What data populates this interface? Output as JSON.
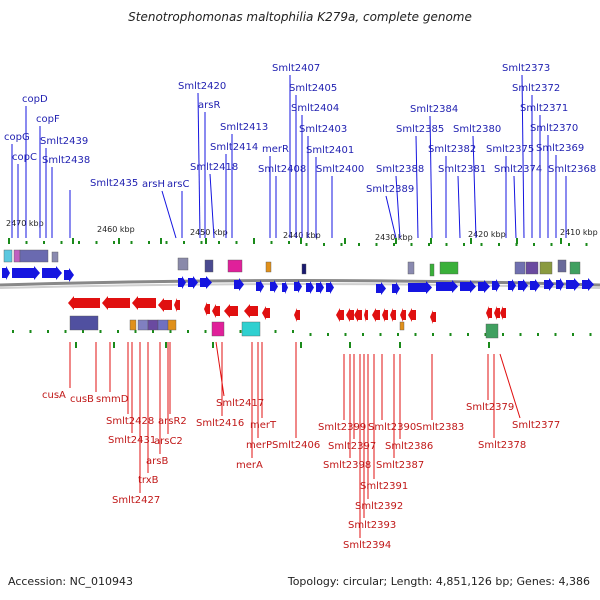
{
  "title": "Stenotrophomonas maltophilia K279a, complete genome",
  "footer": {
    "accession": "Accession: NC_010943",
    "topology": "Topology: circular; Length: 4,851,126 bp; Genes: 4,386"
  },
  "colors": {
    "forward": "#1515e0",
    "reverse": "#e01010",
    "tick": "#1a8a1a",
    "backbone": "#888888"
  },
  "kbp_ticks": [
    "2470 kbp",
    "2460 kbp",
    "2450 kbp",
    "2440 kbp",
    "2430 kbp",
    "2420 kbp",
    "2410 kbp"
  ],
  "top_labels": [
    "copG",
    "copC",
    "copD",
    "copF",
    "Smlt2439",
    "Smlt2438",
    "Smlt2435",
    "arsH",
    "arsC",
    "Smlt2420",
    "arsR",
    "Smlt2418",
    "Smlt2414",
    "Smlt2413",
    "merR",
    "Smlt2408",
    "Smlt2407",
    "Smlt2405",
    "Smlt2404",
    "Smlt2403",
    "Smlt2401",
    "Smlt2400",
    "Smlt2389",
    "Smlt2388",
    "Smlt2385",
    "Smlt2384",
    "Smlt2382",
    "Smlt2381",
    "Smlt2380",
    "Smlt2375",
    "Smlt2374",
    "Smlt2373",
    "Smlt2372",
    "Smlt2371",
    "Smlt2370",
    "Smlt2369",
    "Smlt2368"
  ],
  "bottom_labels": [
    "cusA",
    "cusB",
    "smmD",
    "Smlt2428",
    "Smlt2431",
    "arsR2",
    "arsC2",
    "arsB",
    "trxB",
    "Smlt2427",
    "Smlt2417",
    "Smlt2416",
    "merT",
    "merP",
    "merA",
    "Smlt2406",
    "Smlt2399",
    "Smlt2397",
    "Smlt2398",
    "Smlt2390",
    "Smlt2386",
    "Smlt2387",
    "Smlt2391",
    "Smlt2392",
    "Smlt2393",
    "Smlt2394",
    "Smlt2383",
    "Smlt2379",
    "Smlt2378",
    "Smlt2377"
  ]
}
